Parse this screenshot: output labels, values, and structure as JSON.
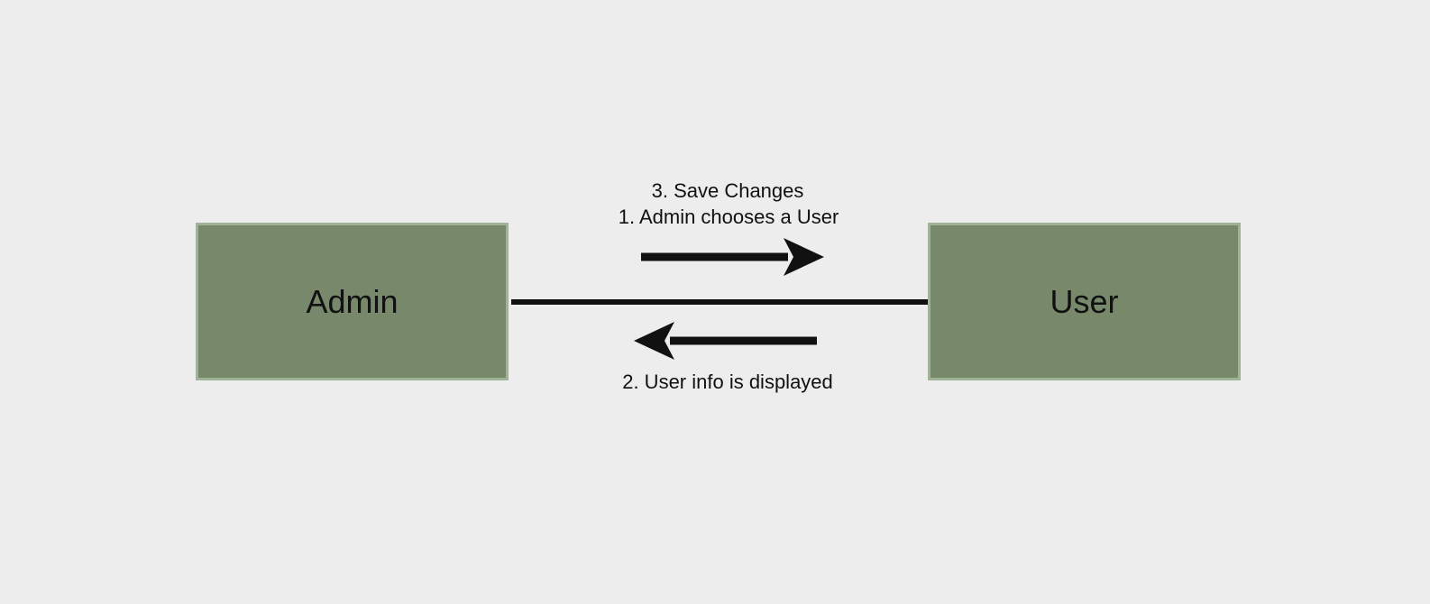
{
  "nodes": {
    "admin": {
      "label": "Admin"
    },
    "user": {
      "label": "User"
    }
  },
  "edge_labels": {
    "save_changes": "3. Save Changes",
    "admin_chooses_user": "1. Admin chooses a User",
    "user_info_displayed": "2. User info is displayed"
  },
  "colors": {
    "background": "#ededed",
    "node_fill": "#77886b",
    "node_border": "#9fb496",
    "line": "#111111"
  }
}
